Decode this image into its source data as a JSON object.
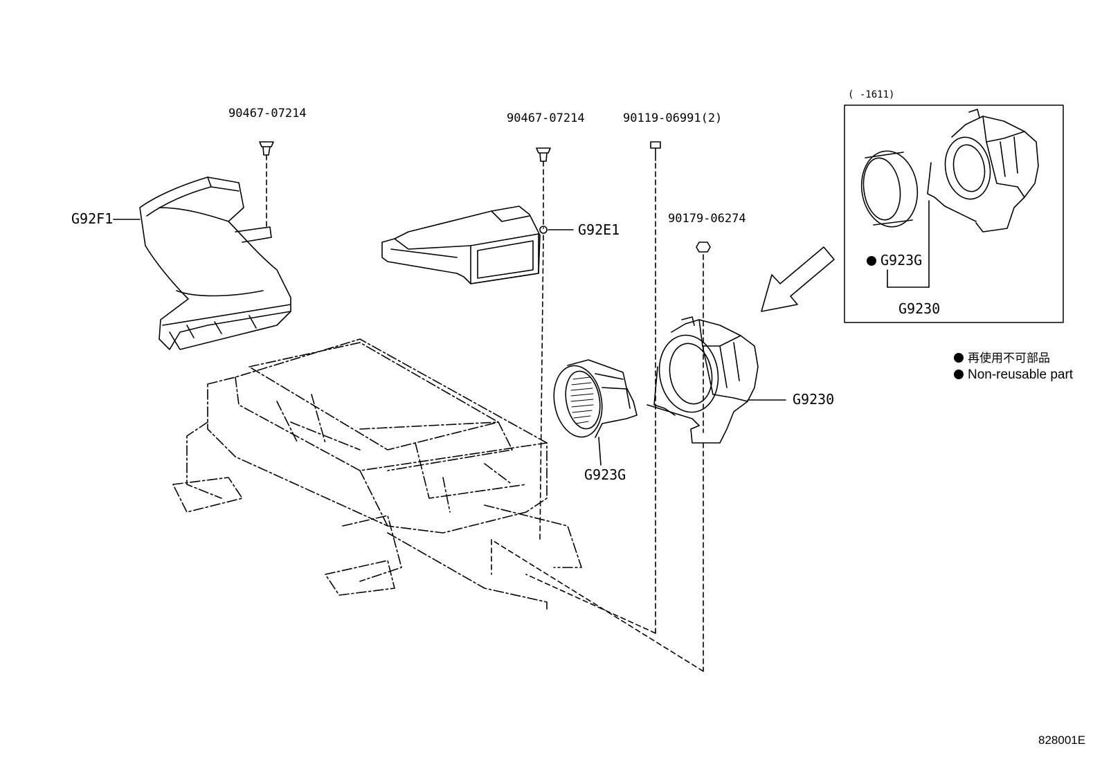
{
  "callouts": {
    "clip_left": "90467-07214",
    "clip_center": "90467-07214",
    "bolt": "90119-06991(2)",
    "nut": "90179-06274",
    "duct_left": "G92F1",
    "duct_center": "G92E1",
    "seal_main": "G923G",
    "blower_main": "G9230"
  },
  "inset": {
    "range_label": "(     -1611)",
    "seal_label": "G923G",
    "blower_label": "G9230"
  },
  "legend": {
    "japanese": "再使用不可部品",
    "english": "Non-reusable part"
  },
  "figure_code": "828001E"
}
